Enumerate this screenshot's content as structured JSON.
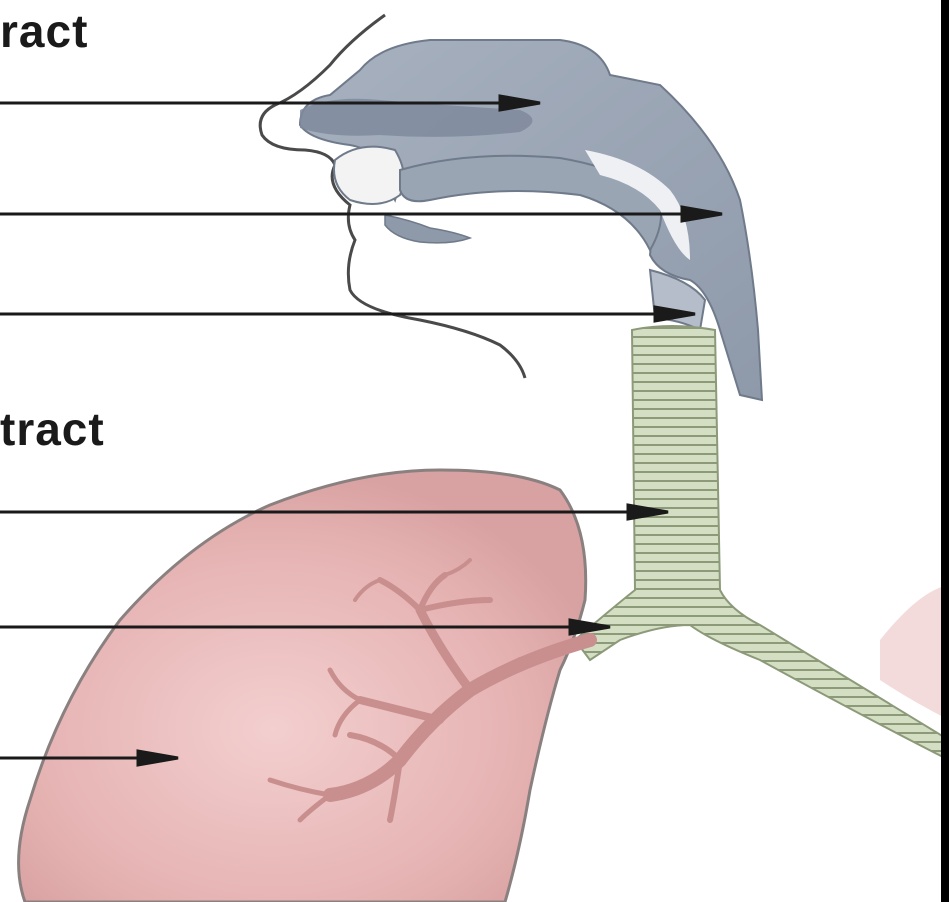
{
  "diagram": {
    "labels": {
      "upper_tract": "ract",
      "lower_tract": "tract"
    },
    "colors": {
      "upper_airway": "#9aa5b4",
      "upper_airway_dark": "#7f8a9c",
      "trachea": "#c9d6b4",
      "trachea_rings": "#8d9a7a",
      "lung": "#e6b3b3",
      "lung_edge": "#8a8080",
      "bronchi": "#c98f8f",
      "arrow": "#1a1a1a"
    },
    "pointers": [
      "nasal-cavity",
      "pharynx",
      "larynx",
      "trachea",
      "bronchus",
      "lung"
    ]
  }
}
